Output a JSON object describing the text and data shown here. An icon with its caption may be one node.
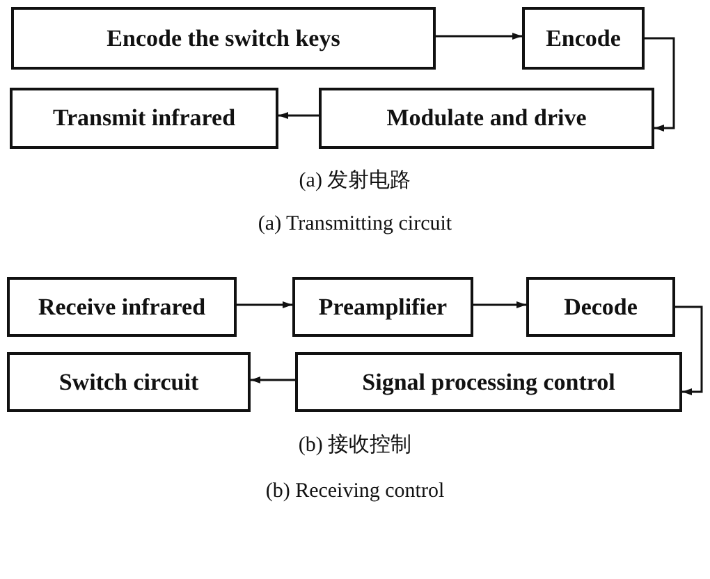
{
  "diagram": {
    "nodes": [
      {
        "text": [
          "Encode the switch keys"
        ]
      },
      {
        "text": [
          "Encode"
        ]
      },
      {
        "text": [
          "Transmit infrared"
        ]
      },
      {
        "text": [
          "Modulate and drive"
        ]
      },
      {
        "text": [
          "Receive infrared"
        ]
      },
      {
        "text": [
          "Preamplifier"
        ]
      },
      {
        "text": [
          "Decode"
        ]
      },
      {
        "text": [
          "Switch circuit"
        ]
      },
      {
        "text": [
          "Signal processing control"
        ]
      }
    ],
    "edges": [
      {
        "from": 0,
        "to": 1,
        "arrow": "to"
      },
      {
        "from": 1,
        "to": 3,
        "arrow": "to"
      },
      {
        "from": 3,
        "to": 2,
        "arrow": "to"
      },
      {
        "from": 4,
        "to": 5,
        "arrow": "to"
      },
      {
        "from": 5,
        "to": 6,
        "arrow": "to"
      },
      {
        "from": 6,
        "to": 8,
        "arrow": "to"
      },
      {
        "from": 8,
        "to": 7,
        "arrow": "to"
      }
    ],
    "labels": [
      "(a) 发射电路",
      "(a) Transmitting circuit",
      "(b) 接收控制",
      "(b) Receiving control"
    ]
  }
}
